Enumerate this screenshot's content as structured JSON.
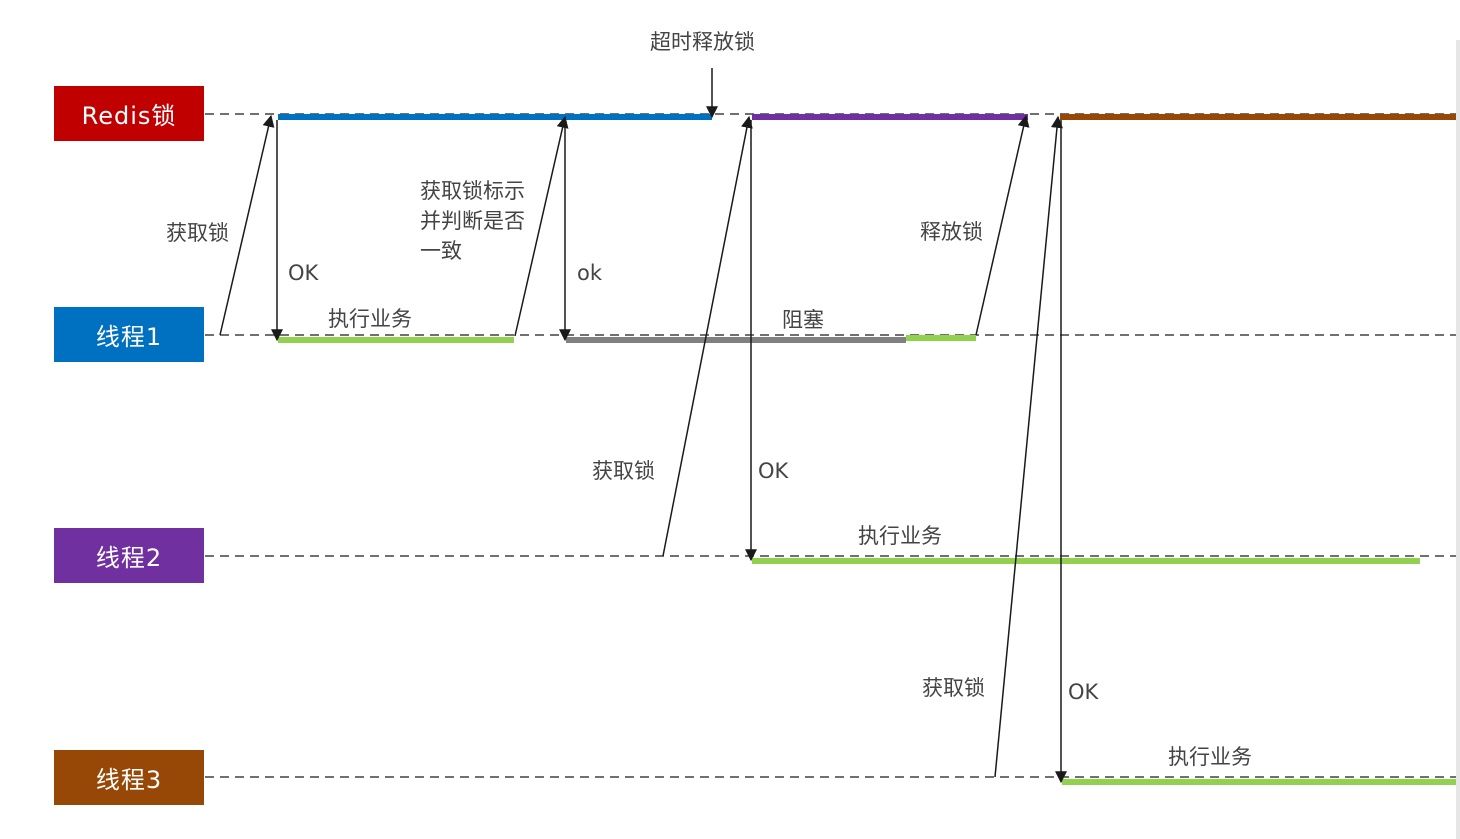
{
  "lanes": {
    "redis": {
      "label": "Redis锁",
      "color": "#c00000"
    },
    "thread1": {
      "label": "线程1",
      "color": "#0070c0"
    },
    "thread2": {
      "label": "线程2",
      "color": "#7030a0"
    },
    "thread3": {
      "label": "线程3",
      "color": "#974806"
    }
  },
  "annotations": {
    "timeout_release": "超时释放锁",
    "t1_acquire": "获取锁",
    "t1_ok": "OK",
    "t1_business": "执行业务",
    "check_line1": "获取锁标示",
    "check_line2": "并判断是否",
    "check_line3": "一致",
    "ok_lower": "ok",
    "blocked": "阻塞",
    "release": "释放锁",
    "t2_acquire": "获取锁",
    "t2_ok": "OK",
    "t2_business": "执行业务",
    "t3_acquire": "获取锁",
    "t3_ok": "OK",
    "t3_business": "执行业务"
  },
  "colors": {
    "lock_thread1": "#0070c0",
    "lock_thread2": "#7030a0",
    "lock_thread3": "#974806",
    "business": "#92d050",
    "blocked": "#808080",
    "arrow": "#1a1a1a",
    "dashed_line": "#404040"
  }
}
